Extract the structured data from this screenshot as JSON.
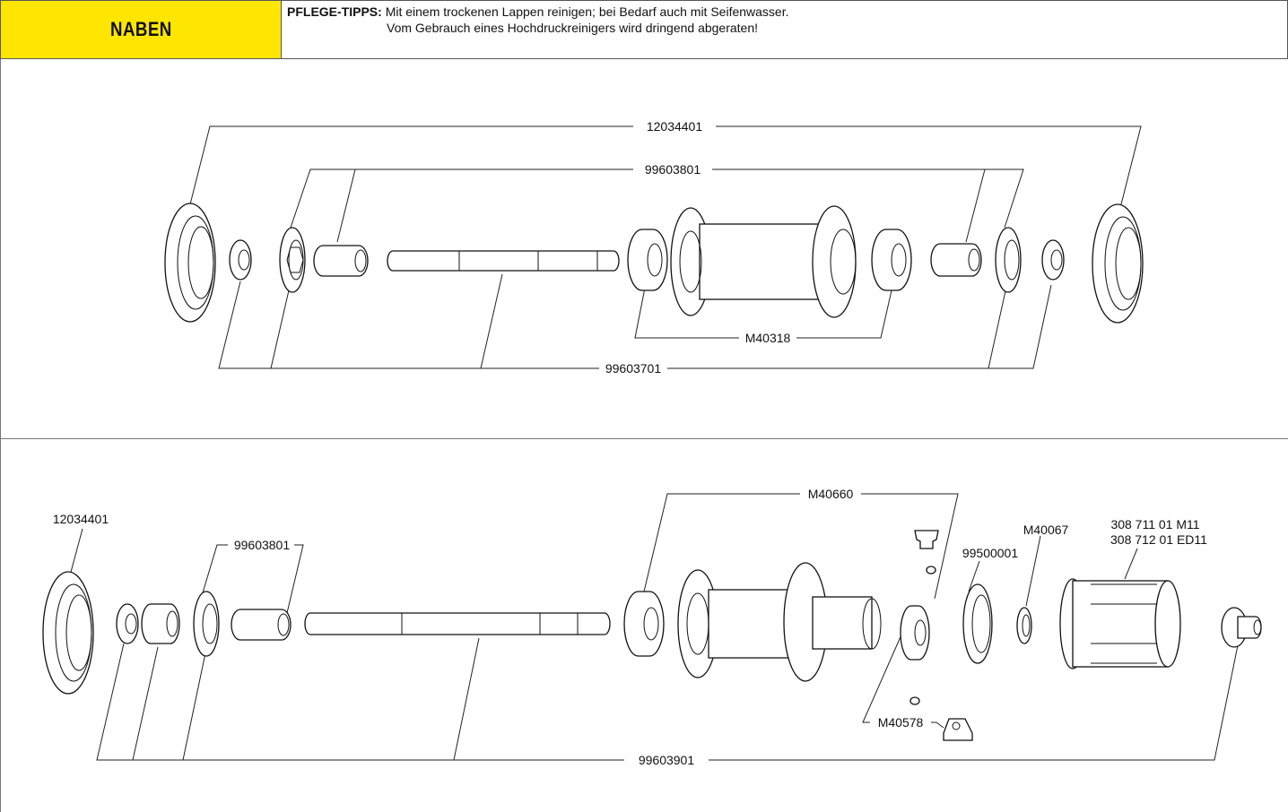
{
  "header": {
    "title": "NABEN",
    "tips_label": "PFLEGE-TIPPS:",
    "tips_line1": "Mit einem trockenen Lappen reinigen; bei Bedarf auch mit Seifenwasser.",
    "tips_line2": "Vom Gebrauch eines Hochdruckreinigers wird dringend abgeraten!",
    "accent_color": "#ffe600"
  },
  "front_hub": {
    "labels": {
      "ring_kit": "12034401",
      "axle_kit": "99603801",
      "bearings": "M40318",
      "full_kit": "99603701"
    }
  },
  "rear_hub": {
    "labels": {
      "ring": "12034401",
      "axle_kit": "99603801",
      "hub_bearing": "M40660",
      "bearing_small": "99500001",
      "washer": "M40067",
      "freehub_m11": "308 711 01 M11",
      "freehub_ed11": "308 712 01 ED11",
      "pawls": "M40578",
      "full_kit": "99603901"
    }
  }
}
